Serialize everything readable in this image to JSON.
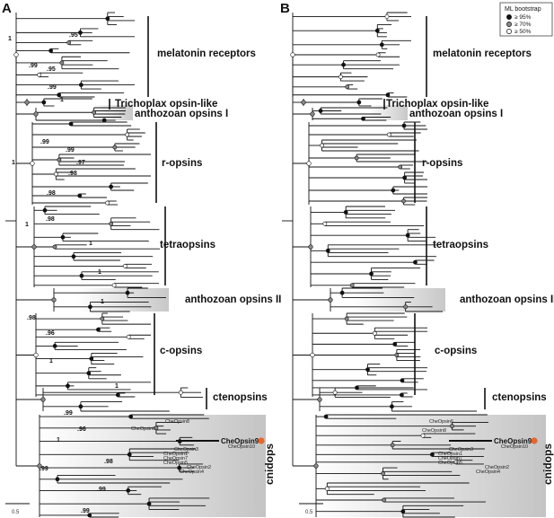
{
  "panels": [
    {
      "letter": "A"
    },
    {
      "letter": "B"
    }
  ],
  "clades": {
    "melatonin": "melatonin receptors",
    "trichoplax": "Trichoplax opsin-like",
    "anthozoan1": "anthozoan opsins I",
    "ropsins": "r-opsins",
    "tetraopsins": "tetraopsins",
    "anthozoan2": "anthozoan opsins II",
    "copsins": "c-opsins",
    "ctenopsins": "ctenopsins",
    "cnidops": "cnidops"
  },
  "leaves": {
    "che8": "CheOpsin8",
    "che6": "CheOpsin6",
    "che9": "CheOpsin9",
    "che10": "CheOpsin10",
    "che3": "CheOpsin3",
    "che1": "CheOpsin1",
    "che7": "CheOpsin7",
    "che5": "CheOpsin5",
    "che2": "CheOpsin2",
    "che4": "CheOpsin4"
  },
  "bootstrap": {
    "one": "1",
    "b95": ".95",
    "b99": ".99",
    "b98": ".98",
    "b97": ".97",
    "b96": ".96",
    "b99b": ".99",
    "b98b": ".98",
    "b96b": ".96",
    "b98c": ".98",
    "b99c": ".99",
    "b99d": ".99"
  },
  "scale": {
    "label": "0.5"
  },
  "legend": {
    "title": "ML bootstrap",
    "items": [
      "≥ 95%",
      "≥ 70%",
      "≥ 50%"
    ],
    "colors": [
      "#111111",
      "#888888",
      "#ffffff"
    ]
  },
  "colors": {
    "shade": "#d0d0d0",
    "highlight": "#e8662a"
  }
}
